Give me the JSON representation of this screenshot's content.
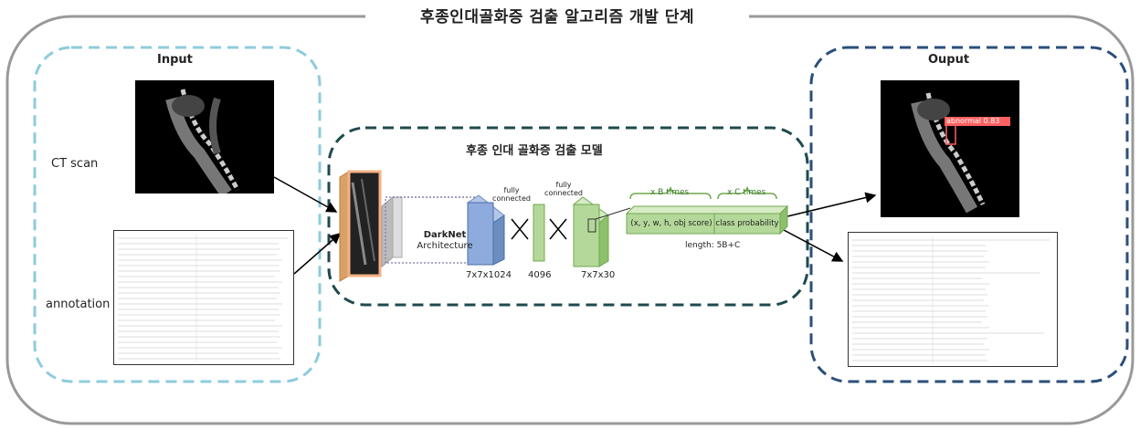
{
  "title": "후종인대골화증 검출 알고리즘 개발 단계",
  "input": {
    "label": "Input",
    "ct_label": "CT scan",
    "annotation_label": "annotation"
  },
  "model": {
    "label": "후종 인대 골화증 검출 모델",
    "darknet_line1": "DarkNet",
    "darknet_line2": "Architecture",
    "fc1_label_1": "fully",
    "fc1_label_2": "connected",
    "fc2_label_1": "fully",
    "fc2_label_2": "connected",
    "dim_1024": "7x7x1024",
    "dim_4096": "4096",
    "dim_30": "7x7x30",
    "xb_times": "x B times",
    "xc_times": "x C times",
    "box_coords": "(x, y, w, h, obj score)",
    "class_prob": "class probability",
    "length_note": "length: 5B+C"
  },
  "output": {
    "label": "Ouput",
    "detection_label": "abnormal 0.83"
  },
  "colors": {
    "input_border": "#8ecbdc",
    "model_border": "#1f4a4d",
    "output_border": "#2b4f7a",
    "outer_border": "#999999",
    "blue_block": "#8faadc",
    "green_block": "#b4d89a",
    "orange_block": "#f4b183"
  }
}
